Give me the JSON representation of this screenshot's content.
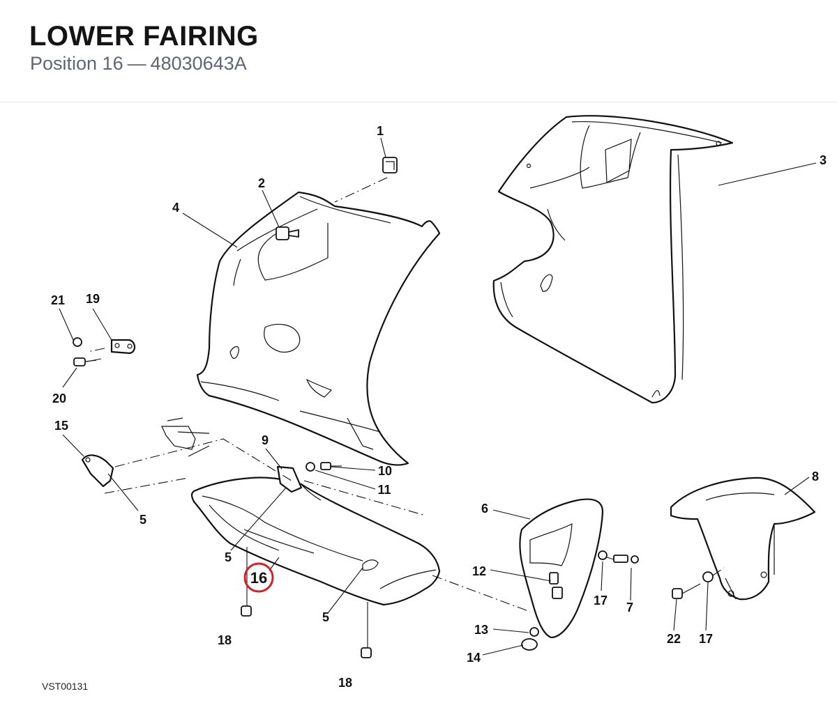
{
  "header": {
    "title": "LOWER FAIRING",
    "position_label": "Position 16",
    "separator": "—",
    "part_number": "48030643A"
  },
  "diagram": {
    "highlight_callout": "16",
    "highlight_color": "#d32027",
    "reference_code": "VST00131",
    "callouts": {
      "c1": "1",
      "c2": "2",
      "c3": "3",
      "c4": "4",
      "c5a": "5",
      "c5b": "5",
      "c5c": "5",
      "c6": "6",
      "c7": "7",
      "c8": "8",
      "c9": "9",
      "c10": "10",
      "c11": "11",
      "c12": "12",
      "c13": "13",
      "c14": "14",
      "c15": "15",
      "c17a": "17",
      "c17b": "17",
      "c18a": "18",
      "c18b": "18",
      "c19": "19",
      "c20": "20",
      "c21": "21",
      "c22": "22"
    }
  }
}
